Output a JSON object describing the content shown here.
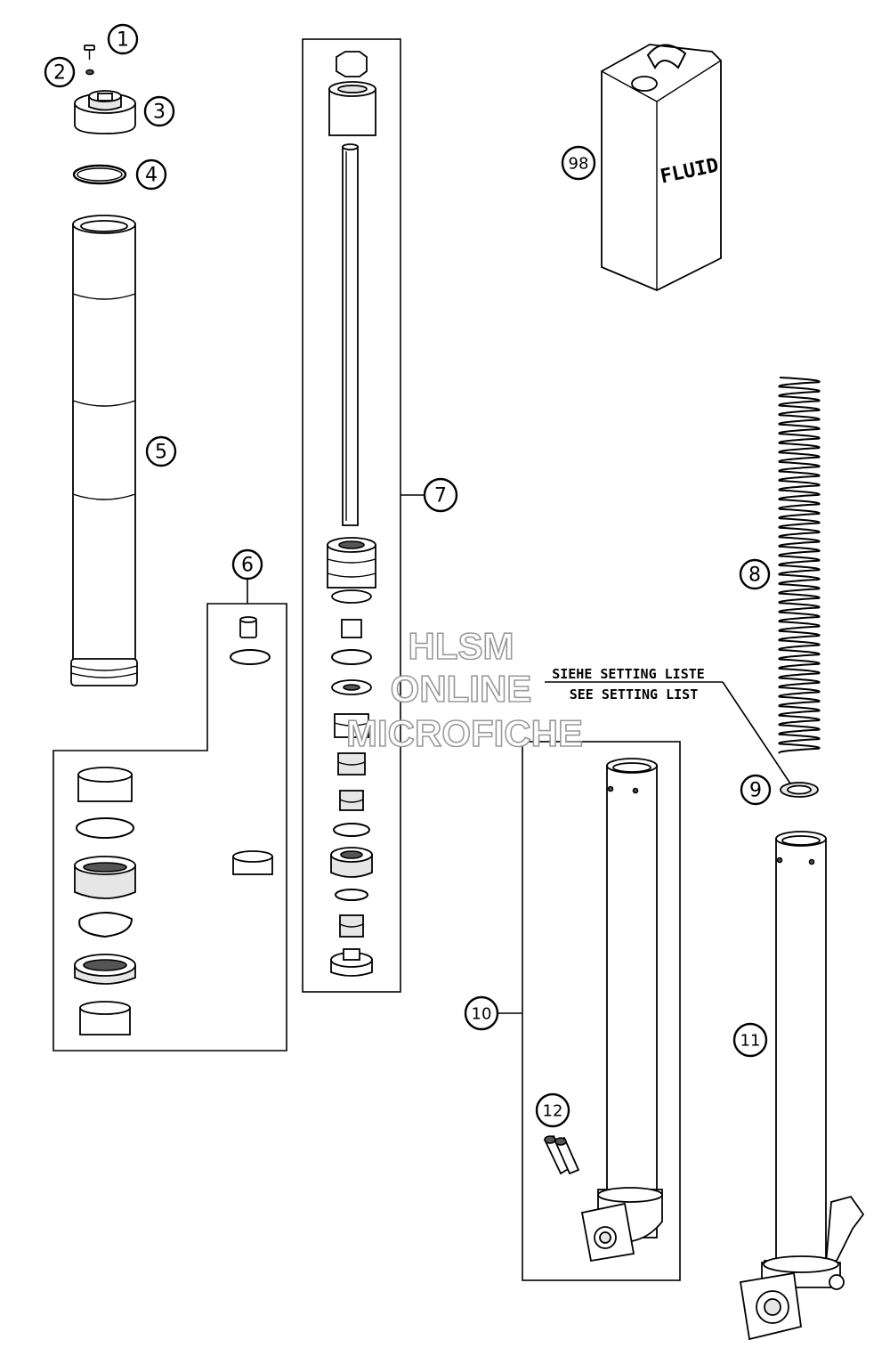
{
  "callouts": {
    "c1": "1",
    "c2": "2",
    "c3": "3",
    "c4": "4",
    "c5": "5",
    "c6": "6",
    "c7": "7",
    "c8": "8",
    "c9": "9",
    "c10": "10",
    "c11": "11",
    "c12": "12",
    "c98": "98"
  },
  "note": {
    "line1": "SIEHE SETTING LISTE",
    "line2": "SEE SETTING LIST"
  },
  "can_label": "FLUID",
  "watermark": {
    "line1": "HLSM",
    "line2": "ONLINE",
    "line3": "MICROFICHE"
  }
}
